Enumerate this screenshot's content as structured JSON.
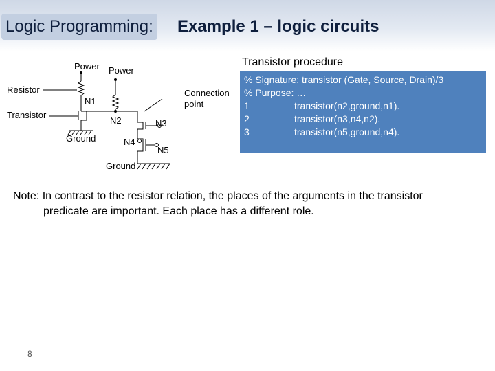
{
  "slide": {
    "title_part1": "Logic Programming:",
    "title_part2": "Example 1 – logic circuits",
    "page_number": "8"
  },
  "diagram": {
    "labels": {
      "power_left": "Power",
      "power_right": "Power",
      "resistor": "Resistor",
      "transistor": "Transistor",
      "n1": "N1",
      "ground_left": "Ground",
      "n2": "N2",
      "n3": "N3",
      "n4": "N4",
      "n5": "N5",
      "ground_bottom": "Ground",
      "connection_point_line1": "Connection",
      "connection_point_line2": "point"
    }
  },
  "procedure": {
    "title": "Transistor procedure",
    "signature": "% Signature: transistor (Gate, Source, Drain)/3",
    "purpose": "% Purpose: …",
    "clauses": [
      {
        "num": "1",
        "code": "transistor(n2,ground,n1)."
      },
      {
        "num": "2",
        "code": "transistor(n3,n4,n2)."
      },
      {
        "num": "3",
        "code": "transistor(n5,ground,n4)."
      }
    ]
  },
  "note": {
    "label": "Note",
    "line1": ": In contrast to the resistor relation, the places of the arguments in the transistor",
    "line2": "predicate are important. Each place has a different role."
  }
}
